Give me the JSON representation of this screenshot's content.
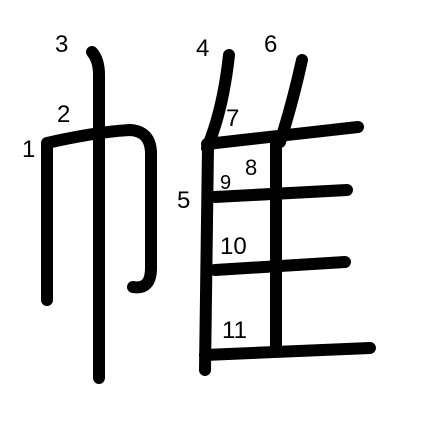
{
  "character": "帷",
  "stroke_color": "#000000",
  "stroke_numbers": [
    "1",
    "2",
    "3",
    "4",
    "5",
    "6",
    "7",
    "8",
    "9",
    "10",
    "11"
  ]
}
